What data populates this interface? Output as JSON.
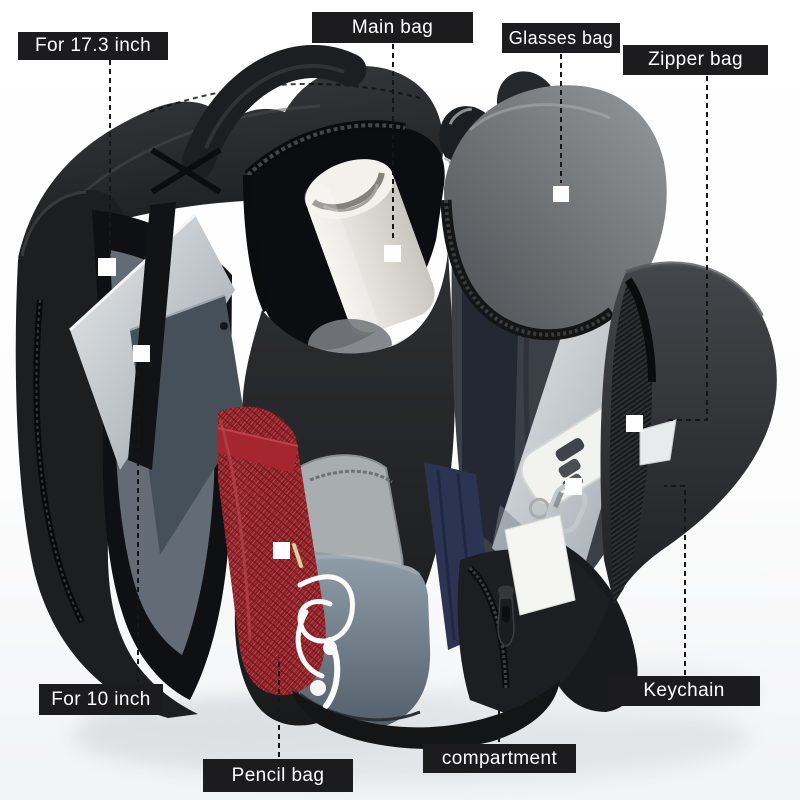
{
  "page": {
    "type": "product-annotation-photo",
    "subject": "backpack interior compartments"
  },
  "labels": {
    "for_17_inch": "For 17.3 inch",
    "main_bag": "Main bag",
    "glasses_bag": "Glasses bag",
    "zipper_bag": "Zipper bag",
    "for_10_inch": "For 10 inch",
    "pencil_bag": "Pencil bag",
    "compartment": "compartment",
    "keychain": "Keychain"
  },
  "colors": {
    "label_background": "#1c1c1e",
    "label_text": "#ffffff",
    "marker": "#ffffff",
    "leader_line": "#161616",
    "bag_body_dark": "#242528",
    "glasses_pouch_gray": "#77797d",
    "mesh_pocket_red": "#9c2129",
    "pen_teal": "#68c4c0",
    "umbrella_navy": "#2c3453",
    "front_panel_slate": "#6d7a85",
    "organizer_gray": "#a8adb0",
    "laptop_silver": "#c7ccd1",
    "bottle_white": "#eceae5",
    "key_fob_white": "#f2f3f1",
    "floor_shadow": "#e3e6e9"
  }
}
